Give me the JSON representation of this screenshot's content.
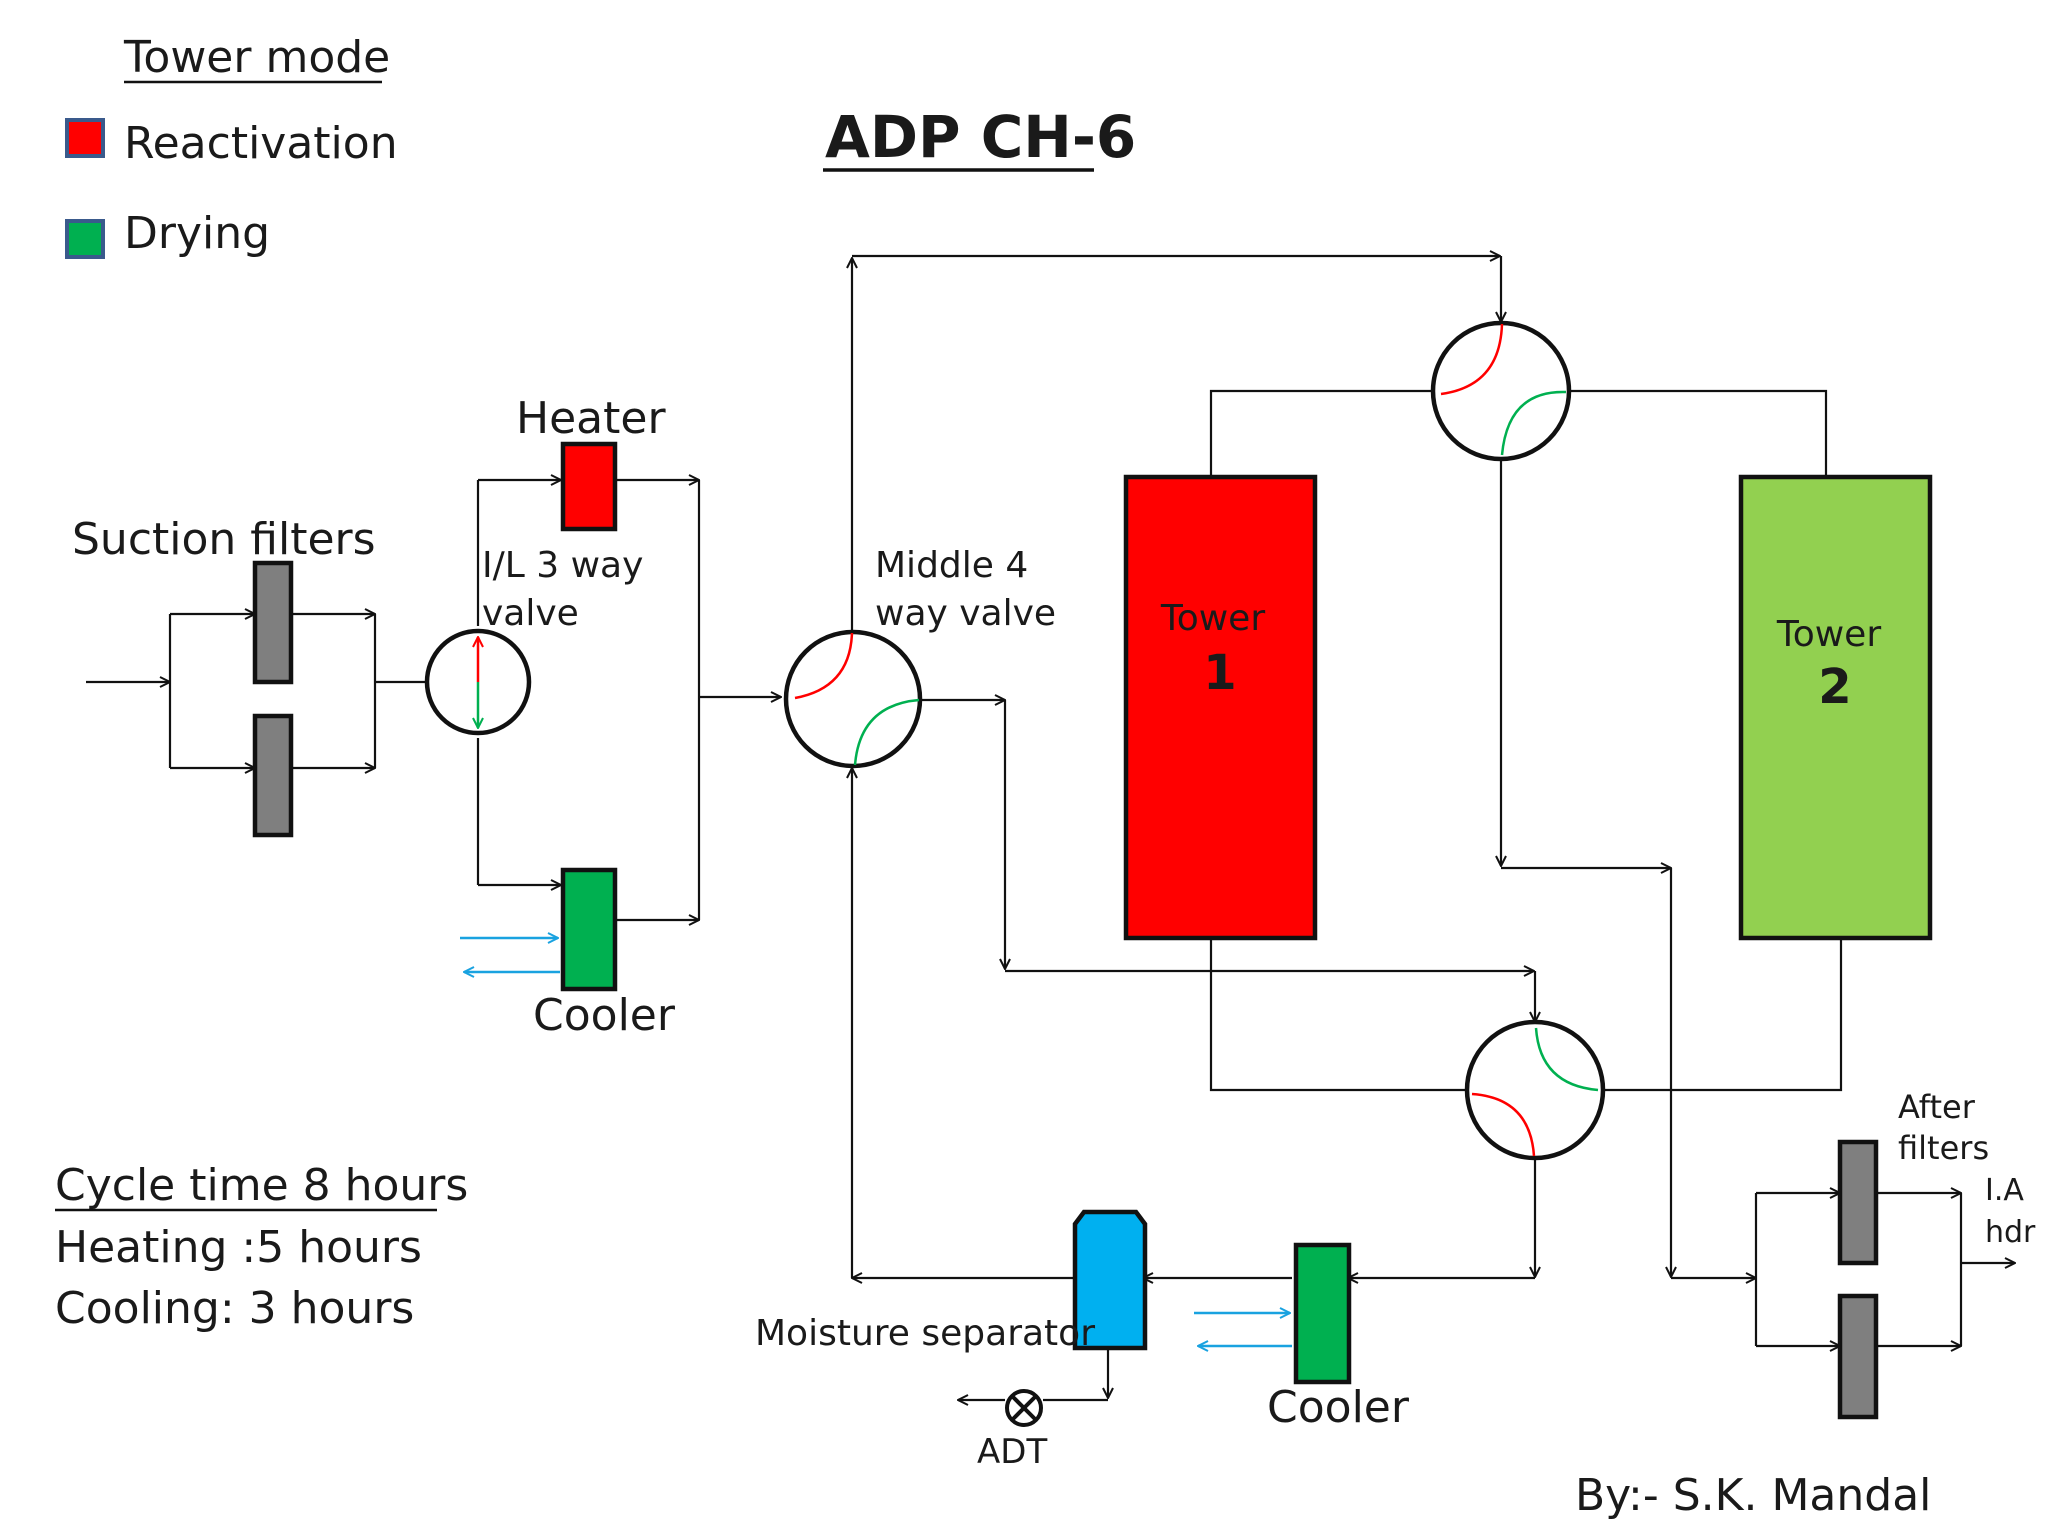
{
  "title": "ADP CH-6",
  "legend": {
    "heading": "Tower mode",
    "items": [
      {
        "label": "Reactivation",
        "color": "#ff0000"
      },
      {
        "label": "Drying",
        "color": "#00b050"
      }
    ]
  },
  "labels": {
    "suction_filters": "Suction filters",
    "heater": "Heater",
    "il_valve_line1": "I/L 3 way",
    "il_valve_line2": "valve",
    "cooler_top": "Cooler",
    "middle_valve_line1": "Middle 4",
    "middle_valve_line2": "way valve",
    "tower1_name": "Tower",
    "tower1_number": "1",
    "tower2_name": "Tower",
    "tower2_number": "2",
    "moisture_separator": "Moisture separator",
    "adt": "ADT",
    "cooler_bottom": "Cooler",
    "after_filters_line1": "After",
    "after_filters_line2": "filters",
    "ia_hdr_line1": "I.A",
    "ia_hdr_line2": "hdr"
  },
  "cycle": {
    "heading": "Cycle time 8 hours",
    "heating": "Heating :5 hours",
    "cooling": "Cooling: 3 hours"
  },
  "author": "By:- S.K. Mandal",
  "colors": {
    "reactivation": "#ff0000",
    "drying": "#00b050",
    "tower_drying_fill": "#92d050",
    "filter_gray": "#7f7f7f",
    "separator_blue": "#00b0f0",
    "cooling_water": "#19a2e0",
    "legend_border": "#3a5a8c"
  }
}
